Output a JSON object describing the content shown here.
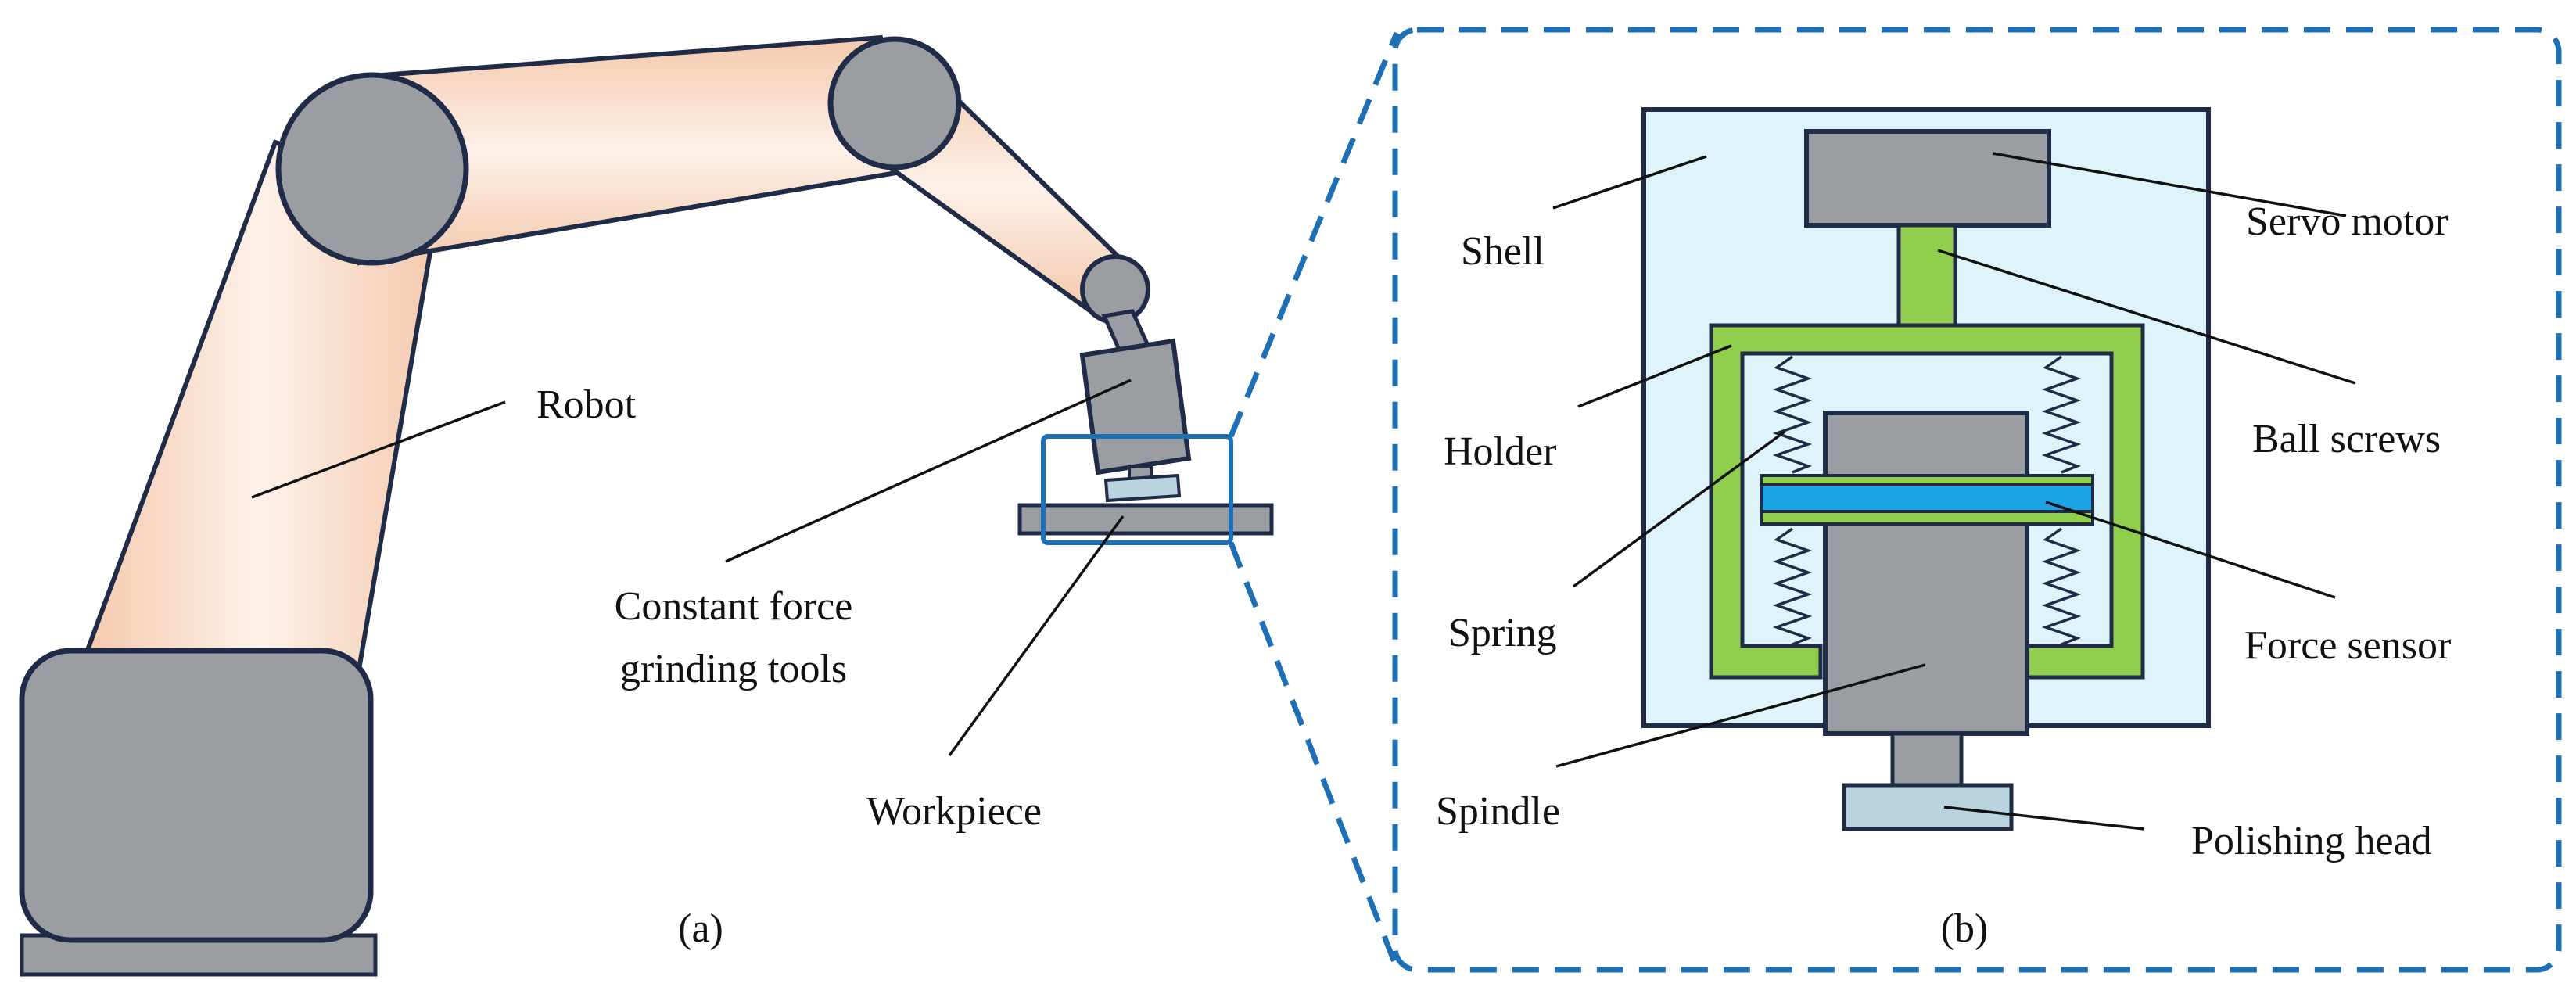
{
  "panel_a": {
    "caption": "(a)",
    "labels": {
      "robot": "Robot",
      "tool_line1": "Constant force",
      "tool_line2": "grinding tools",
      "workpiece": "Workpiece"
    }
  },
  "panel_b": {
    "caption": "(b)",
    "labels": {
      "shell": "Shell",
      "servo_motor": "Servo motor",
      "ball_screws": "Ball screws",
      "holder": "Holder",
      "spring": "Spring",
      "force_sensor": "Force sensor",
      "spindle": "Spindle",
      "polishing_head": "Polishing head"
    }
  },
  "colors": {
    "robot_arm": "#f6d5c2",
    "joint": "#9a9ea3",
    "outline": "#1f2b47",
    "shell": "#dff3fb",
    "holder": "#8fcf4d",
    "force_sensor": "#1aa4e6",
    "polishing_head": "#b9d3df",
    "zoom_frame": "#1f6fb5"
  }
}
